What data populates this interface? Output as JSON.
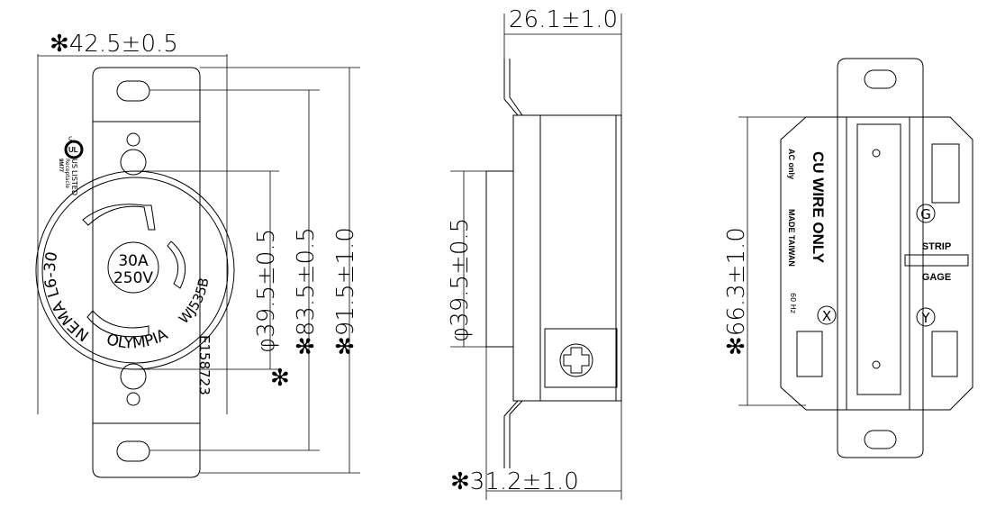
{
  "front_view": {
    "width_dim": "✻42.5±0.5",
    "diameter_dim": "φ39.5±0.5",
    "diameter_asterisk": "✻",
    "hole_span_dim": "✻83.5±0.5",
    "height_dim": "✻91.5±1.0",
    "rating_amps": "30A",
    "rating_volts": "250V",
    "nema_text": "NEMA L6-30",
    "brand_text": "OLYMPIA",
    "model_text": "WJ535B",
    "file_number": "E158723",
    "ul_mark": {
      "c": "c",
      "logo": "UL",
      "us": "US",
      "listed": "LISTED",
      "type": "Receptacle",
      "code": "9M77"
    }
  },
  "side_view": {
    "depth_dim": "26.1±1.0",
    "diameter_dim": "φ39.5±0.5",
    "overall_depth_dim": "✻31.2±1.0"
  },
  "back_view": {
    "height_dim": "✻66.3±1.0",
    "cu_wire": "CU WIRE ONLY",
    "ac_only": "AC only",
    "made_in": "MADE TAIWAN",
    "frequency": "60 Hz",
    "terminal_g": "G",
    "terminal_x": "X",
    "terminal_y": "Y",
    "strip": "STRIP",
    "gage": "GAGE"
  }
}
